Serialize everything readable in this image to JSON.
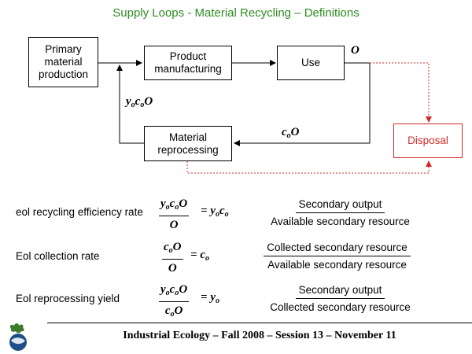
{
  "title": "Supply Loops - Material Recycling – Definitions",
  "diagram": {
    "primary": "Primary\nmaterial\nproduction",
    "manufacturing": "Product\nmanufacturing",
    "use": "Use",
    "reprocessing": "Material\nreprocessing",
    "disposal": "Disposal",
    "flow_O": "O",
    "flow_coO": {
      "c": "c",
      "c_sub": "o",
      "O": "O"
    },
    "flow_ycO": {
      "y": "y",
      "y_sub": "o",
      "c": "c",
      "c_sub": "o",
      "O": "O"
    }
  },
  "definitions": [
    {
      "label": "eol recycling efficiency rate",
      "num": {
        "y": "y",
        "y_sub": "o",
        "c": "c",
        "c_sub": "o",
        "O": "O"
      },
      "den": "O",
      "result": {
        "y": "y",
        "y_sub": "o",
        "c": "c",
        "c_sub": "o"
      },
      "text_num": "Secondary output",
      "text_den": "Available secondary resource"
    },
    {
      "label": "Eol collection rate",
      "num": {
        "c": "c",
        "c_sub": "o",
        "O": "O"
      },
      "den": "O",
      "result": {
        "c": "c",
        "c_sub": "o"
      },
      "text_num": "Collected secondary resource",
      "text_den": "Available secondary resource"
    },
    {
      "label": "Eol reprocessing yield",
      "num": {
        "y": "y",
        "y_sub": "o",
        "c": "c",
        "c_sub": "o",
        "O": "O"
      },
      "den": {
        "c": "c",
        "c_sub": "o",
        "O": "O"
      },
      "result": {
        "y": "y",
        "y_sub": "o"
      },
      "text_num": "Secondary output",
      "text_den": "Collected secondary resource"
    }
  ],
  "equals": "=",
  "footer": "Industrial Ecology – Fall 2008 – Session 13 – November 11",
  "colors": {
    "title": "#2e8b22",
    "disposal": "#d42a2a"
  },
  "icons": {
    "logo": "oak-leaf-globe-logo"
  }
}
